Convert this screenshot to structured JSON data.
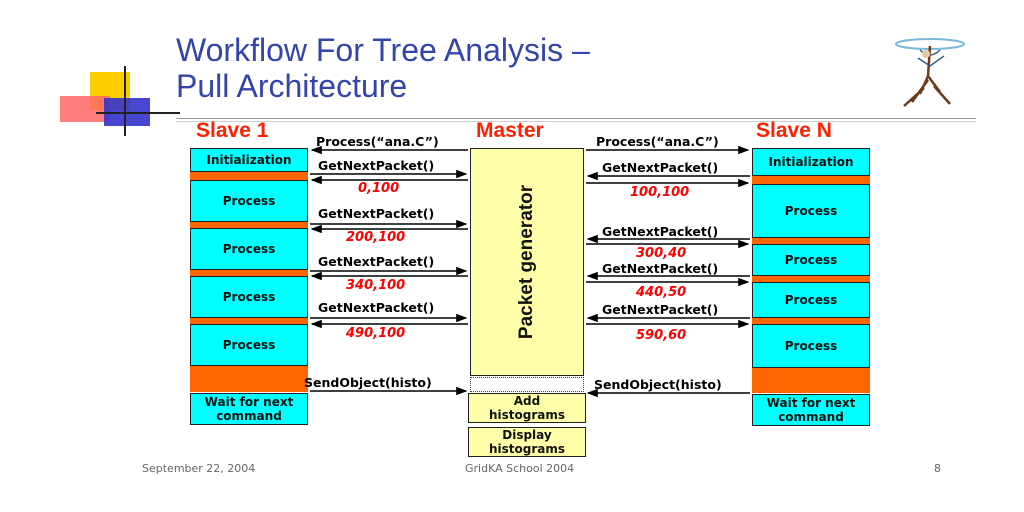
{
  "slide": {
    "title_line1": "Workflow For Tree Analysis –",
    "title_line2": "Pull Architecture",
    "footer_date": "September 22, 2004",
    "footer_center": "GridKA School 2004",
    "footer_page": "8"
  },
  "columns": {
    "slave1": "Slave 1",
    "master": "Master",
    "slaveN": "Slave N"
  },
  "master": {
    "generator": "Packet generator",
    "add1": "Add",
    "add2": "histograms",
    "display1": "Display",
    "display2": "histograms"
  },
  "left": {
    "init": "Initialization",
    "process": "Process",
    "wait1": "Wait for next",
    "wait2": "command"
  },
  "right": {
    "init": "Initialization",
    "process": "Process",
    "wait1": "Wait for next",
    "wait2": "command"
  },
  "messages": {
    "process_call": "Process(“ana.C”)",
    "get_next": "GetNextPacket()",
    "send_object": "SendObject(histo)"
  },
  "packets_left": [
    "0,100",
    "200,100",
    "340,100",
    "490,100"
  ],
  "packets_right": [
    "100,100",
    "300,40",
    "440,50",
    "590,60"
  ],
  "colors": {
    "title": "#3344aa",
    "header": "#ff2200",
    "cyan": "#00ffff",
    "orange": "#ff6600",
    "yellow": "#ffffaa",
    "packet_red": "#ff0000"
  }
}
